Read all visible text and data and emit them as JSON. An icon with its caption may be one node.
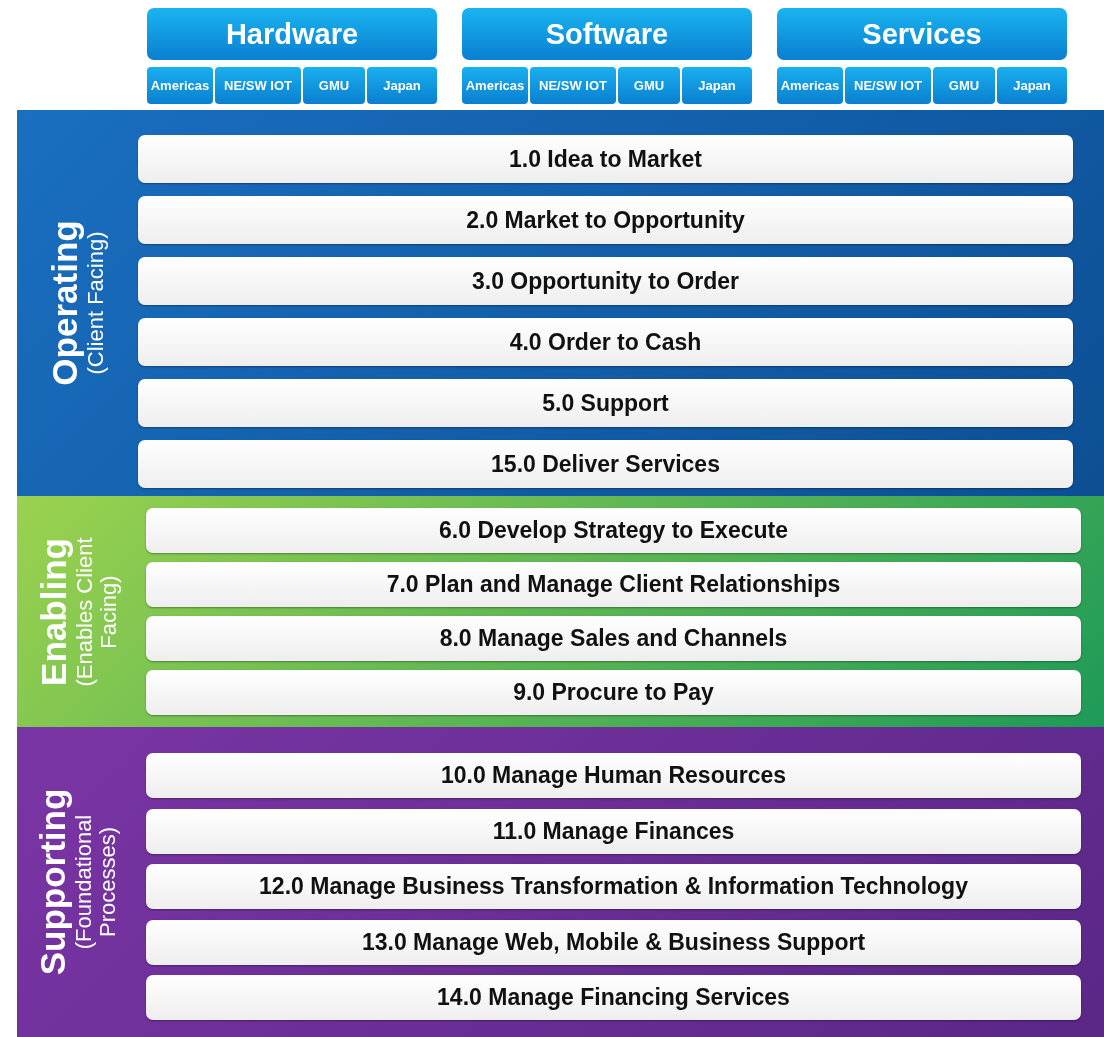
{
  "diagram": {
    "nodes": [
      {
        "text": [
          "Hardware"
        ]
      },
      {
        "text": [
          "Americas"
        ]
      },
      {
        "text": [
          "NE/SW IOT"
        ]
      },
      {
        "text": [
          "GMU"
        ]
      },
      {
        "text": [
          "Japan"
        ]
      },
      {
        "text": [
          "Software"
        ]
      },
      {
        "text": [
          "Americas"
        ]
      },
      {
        "text": [
          "NE/SW IOT"
        ]
      },
      {
        "text": [
          "GMU"
        ]
      },
      {
        "text": [
          "Japan"
        ]
      },
      {
        "text": [
          "Services"
        ]
      },
      {
        "text": [
          "Americas"
        ]
      },
      {
        "text": [
          "NE/SW IOT"
        ]
      },
      {
        "text": [
          "GMU"
        ]
      },
      {
        "text": [
          "Japan"
        ]
      },
      {
        "text": [
          "Operating",
          "(Client Facing)"
        ]
      },
      {
        "text": [
          "1.0 Idea to Market"
        ],
        "in": 15
      },
      {
        "text": [
          "2.0 Market to Opportunity"
        ],
        "in": 15
      },
      {
        "text": [
          "3.0 Opportunity to Order"
        ],
        "in": 15
      },
      {
        "text": [
          "4.0 Order to Cash"
        ],
        "in": 15
      },
      {
        "text": [
          "5.0 Support"
        ],
        "in": 15
      },
      {
        "text": [
          "15.0 Deliver Services"
        ],
        "in": 15
      },
      {
        "text": [
          "Enabling",
          "(Enables Client Facing)"
        ]
      },
      {
        "text": [
          "6.0 Develop Strategy to Execute"
        ],
        "in": 22
      },
      {
        "text": [
          "7.0 Plan and Manage Client Relationships"
        ],
        "in": 22
      },
      {
        "text": [
          "8.0 Manage Sales and Channels"
        ],
        "in": 22
      },
      {
        "text": [
          "9.0 Procure to Pay"
        ],
        "in": 22
      },
      {
        "text": [
          "Supporting",
          "(Foundational Processes)"
        ]
      },
      {
        "text": [
          "10.0 Manage Human Resources"
        ],
        "in": 27
      },
      {
        "text": [
          "11.0 Manage Finances"
        ],
        "in": 27
      },
      {
        "text": [
          "12.0 Manage Business Transformation & Information Technology"
        ],
        "in": 27
      },
      {
        "text": [
          "13.0 Manage Web, Mobile & Business Support"
        ],
        "in": 27
      },
      {
        "text": [
          "14.0 Manage Financing Services"
        ],
        "in": 27
      }
    ],
    "edges": []
  }
}
